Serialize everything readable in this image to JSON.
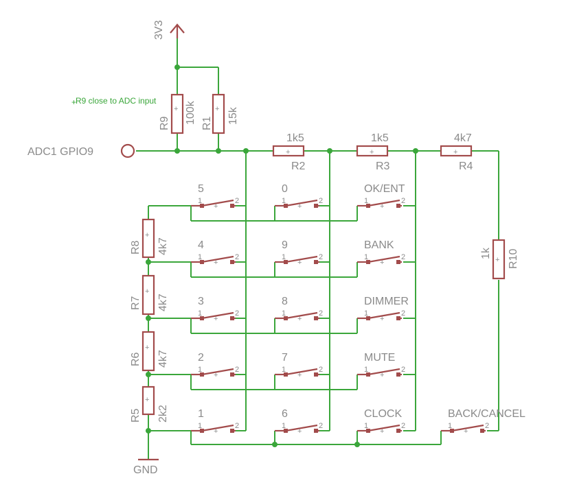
{
  "power": {
    "supply": "3V3",
    "ground": "GND"
  },
  "adc_label": "ADC1 GPIO9",
  "note": "R9 close to ADC input",
  "resistors": [
    {
      "id": "R9",
      "value": "100k"
    },
    {
      "id": "R1",
      "value": "15k"
    },
    {
      "id": "R2",
      "value": "1k5"
    },
    {
      "id": "R3",
      "value": "1k5"
    },
    {
      "id": "R4",
      "value": "4k7"
    },
    {
      "id": "R10",
      "value": "1k"
    },
    {
      "id": "R8",
      "value": "4k7"
    },
    {
      "id": "R7",
      "value": "4k7"
    },
    {
      "id": "R6",
      "value": "4k7"
    },
    {
      "id": "R5",
      "value": "2k2"
    }
  ],
  "switch_labels": [
    "5",
    "0",
    "OK/ENT",
    "4",
    "9",
    "BANK",
    "3",
    "8",
    "DIMMER",
    "2",
    "7",
    "MUTE",
    "1",
    "6",
    "CLOCK",
    "BACK/CANCEL"
  ],
  "pin_labels": {
    "pin1": "1",
    "pin2": "2"
  },
  "plus": "+"
}
